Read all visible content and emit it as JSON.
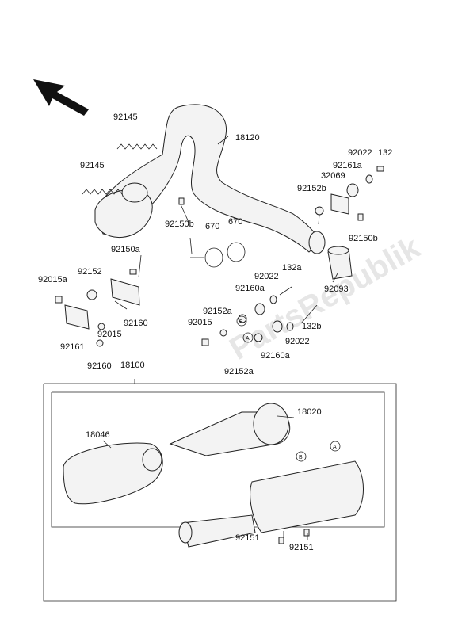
{
  "watermark": "PartsRepublik",
  "labels": {
    "l92145a": "92145",
    "l92145b": "92145",
    "l18120": "18120",
    "l92022a": "92022",
    "l132a": "132",
    "l92161a": "92161a",
    "l32069": "32069",
    "l92152b": "92152b",
    "l92150b_r": "92150b",
    "l92093": "92093",
    "l92150b_l": "92150b",
    "l670a": "670",
    "l670b": "670",
    "l92150a": "92150a",
    "l92152": "92152",
    "l92015a": "92015a",
    "l92160_m": "92160",
    "l92015_l": "92015",
    "l92161": "92161",
    "l92160_b": "92160",
    "l132a_top": "132a",
    "l92022_m": "92022",
    "l92160a_top": "92160a",
    "l92152a_top": "92152a",
    "l92015_m": "92015",
    "l132b": "132b",
    "l92022_b": "92022",
    "l92160a_b": "92160a",
    "l92152a_b": "92152a",
    "l18100": "18100",
    "l18020": "18020",
    "l18046": "18046",
    "l92151a": "92151",
    "l92151b": "92151"
  },
  "callouts": {
    "a1": "A",
    "b1": "B",
    "a2": "A",
    "b2": "B"
  },
  "icons": {
    "direction_arrow": "arrow-up-left-icon"
  }
}
